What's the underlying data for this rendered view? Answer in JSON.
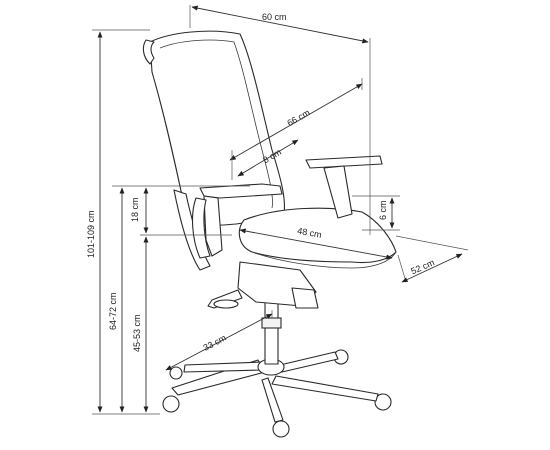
{
  "dimensions": {
    "width_top": "60 cm",
    "back_diagonal": "66 cm",
    "lumbar_depth": "8 cm",
    "armrest_height_above_seat": "18 cm",
    "total_height": "101-109 cm",
    "armrest_height": "64-72 cm",
    "seat_height": "45-53 cm",
    "seat_width": "48 cm",
    "armrest_offset": "6 cm",
    "seat_depth": "52 cm",
    "base_radius": "33 cm"
  }
}
